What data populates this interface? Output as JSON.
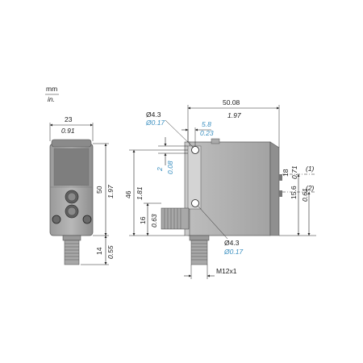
{
  "units": {
    "primary": "mm",
    "secondary": "in."
  },
  "front_view": {
    "width_mm": "23",
    "width_in": "0.91",
    "height_mm": "50",
    "height_in": "1.97",
    "connector_mm": "14",
    "connector_in": "0.55"
  },
  "side_view": {
    "hole_top_mm": "Ø4.3",
    "hole_top_in": "Ø0.17",
    "length_mm": "50.08",
    "length_in": "1.97",
    "offset_mm": "5.8",
    "offset_in": "0.23",
    "slot_mm": "2",
    "slot_in": "0.08",
    "height_mm": "46",
    "height_in": "1.81",
    "base_mm": "16",
    "base_in": "0.63",
    "lens1_mm": "18",
    "lens1_in": "0.71",
    "lens2_mm": "15.6",
    "lens2_in": "0.61",
    "hole_bottom_mm": "Ø4.3",
    "hole_bottom_in": "Ø0.17",
    "thread": "M12x1",
    "callout_1": "(1)",
    "callout_2": "(2)"
  }
}
